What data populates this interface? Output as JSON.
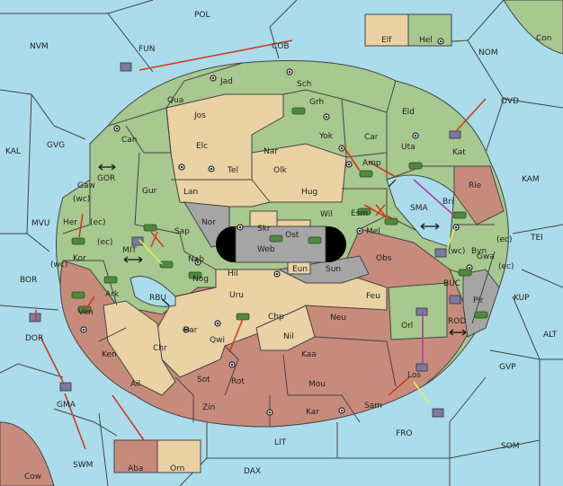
{
  "colors": {
    "sea": "#aadcec",
    "green": "#a7c88e",
    "tan": "#ead2a4",
    "rose": "#c78b7c",
    "grey": "#a5a5a5",
    "dark": "#000000",
    "move_arrow": "#d23a1a",
    "support_arrow": "#b43cb4",
    "convoy_arrow": "#e8f04a",
    "unit": "#4f8a3c"
  },
  "labels": {
    "POL": "POL",
    "NVM": "NVM",
    "FUN": "FUN",
    "COB": "COB",
    "NOM": "NOM",
    "Con": "Con",
    "Elf": "Elf",
    "Hel": "Hel",
    "OVD": "OVD",
    "KAL": "KAL",
    "GVG": "GVG",
    "GOR": "GOR",
    "KAM": "KAM",
    "MVU": "MVU",
    "TEI": "TEI",
    "BOR": "BOR",
    "SMA": "SMA",
    "MIT": "MIT",
    "RBU": "RBU",
    "BUC": "BUC",
    "KUP": "KUP",
    "ROD": "ROD",
    "ALT": "ALT",
    "DOR": "DOR",
    "GVP": "GVP",
    "GMA": "GMA",
    "FRO": "FRO",
    "LIT": "LIT",
    "SOM": "SOM",
    "SWM": "SWM",
    "DAX": "DAX",
    "Cow": "Cow",
    "Aba": "Aba",
    "Orn": "Orn",
    "Jad": "Jad",
    "Sch": "Sch",
    "Qua": "Qua",
    "Grh": "Grh",
    "Jos": "Jos",
    "Eld": "Eld",
    "Can": "Can",
    "Yok": "Yok",
    "Car": "Car",
    "Elc": "Elc",
    "Nar": "Nar",
    "Uta": "Uta",
    "Kat": "Kat",
    "Tel": "Tel",
    "Amp": "Amp",
    "Olk": "Olk",
    "Gaw": "Gaw",
    "Gur": "Gur",
    "Lan": "Lan",
    "Hug": "Hug",
    "Rie": "Rie",
    "Esm": "Esm",
    "Bri": "Bri",
    "Wil": "Wil",
    "Her": "Her",
    "wc": "(wc)",
    "ec": "(ec)",
    "Nor": "Nor",
    "Skr": "Skr",
    "Ost": "Ost",
    "Mel": "Mel",
    "Web": "Web",
    "Sap": "Sap",
    "Kor": "Kor",
    "Byn": "Byn",
    "Nab": "Nab",
    "Eun": "Eun",
    "Sun": "Sun",
    "Obs": "Obs",
    "Gwa": "Gwa",
    "Hil": "Hil",
    "Nog": "Nog",
    "Ark": "Ark",
    "Uru": "Uru",
    "Feu": "Feu",
    "Pir": "Pir",
    "Ven": "Ven",
    "Chp": "Chp",
    "Neu": "Neu",
    "Orl": "Orl",
    "Bar": "Bar",
    "Qwi": "Qwi",
    "Nil": "Nil",
    "Ken": "Ken",
    "Chr": "Chr",
    "Kaa": "Kaa",
    "Ail": "Ail",
    "Sot": "Sot",
    "Rot": "Rot",
    "Mou": "Mou",
    "Los": "Los",
    "Zin": "Zin",
    "Kar": "Kar",
    "Sam": "Sam"
  }
}
